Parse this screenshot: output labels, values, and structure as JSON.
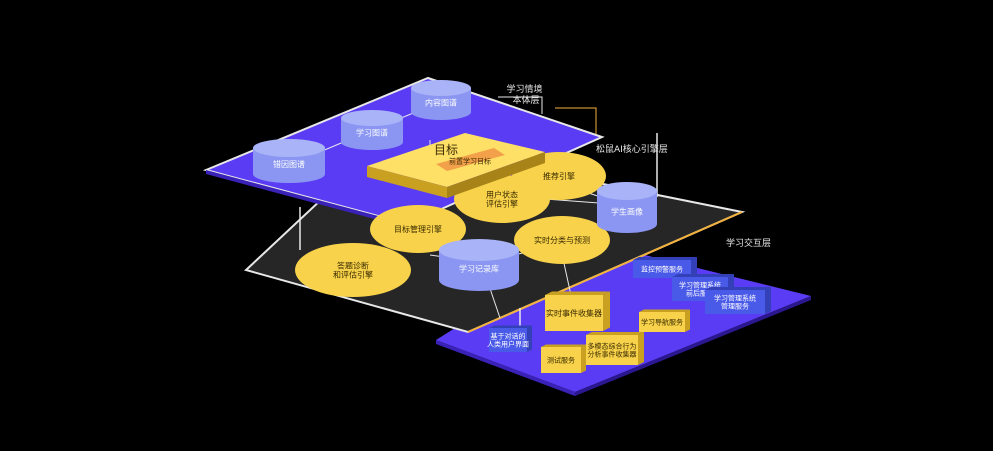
{
  "colors": {
    "background": "#000000",
    "purple": "#5b3cf5",
    "purple_dark": "#3a22b8",
    "gold": "#f7d24a",
    "gold_side": "#c9a020",
    "orange": "#f3b13b",
    "cylinder": "#8a96f2",
    "cylinder_top": "#a9b3f7",
    "blue_box": "#4a5ae8",
    "middle": "#262626"
  },
  "layers": {
    "top": "学习情境\n本体层",
    "middle": "松鼠AI核心引擎层",
    "bottom": "学习交互层"
  },
  "top_layer": {
    "cylinders": [
      "错因图谱",
      "学习图谱",
      "内容图谱"
    ],
    "goal_title": "目标",
    "goal_sub": "前置学习目标"
  },
  "middle_layer": {
    "engines": [
      "推荐引擎",
      "用户状态\n评估引擎",
      "目标管理引擎",
      "实时分类与预测",
      "答题诊断\n和评估引擎"
    ],
    "profile": "学生画像",
    "record": "学习记录库"
  },
  "bottom_layer": {
    "services_blue": [
      "监控预警服务",
      "学习管理系统\n前后服务",
      "学习管理系统\n管理服务",
      "基于对话的\n人类用户界面"
    ],
    "services_gold": [
      "实时事件收集器",
      "学习导航服务",
      "多模态综合行为\n分析事件收集器",
      "测试服务"
    ]
  }
}
